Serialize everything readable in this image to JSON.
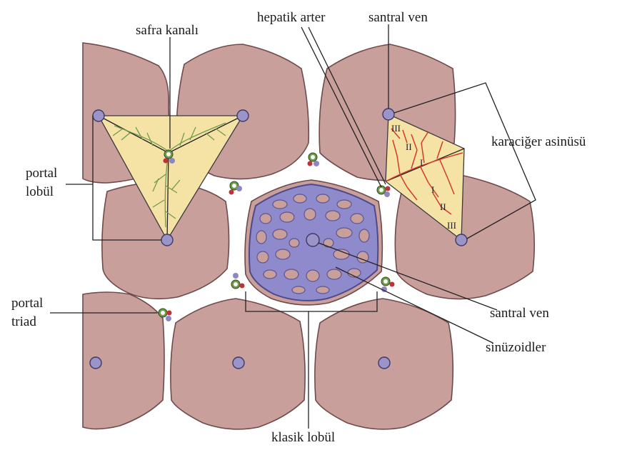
{
  "labels": {
    "safra_kanali": "safra kanalı",
    "hepatik_arter": "hepatik arter",
    "santral_ven_top": "santral ven",
    "karaciger_asinusu": "karaciğer asinüsü",
    "portal_lobul_1": "portal",
    "portal_lobul_2": "lobül",
    "portal_triad_1": "portal",
    "portal_triad_2": "triad",
    "santral_ven_right": "santral ven",
    "sinuzoidler": "sinüzoidler",
    "klasik_lobul": "klasik lobül"
  },
  "zones": [
    "III",
    "II",
    "I",
    "I",
    "II",
    "III"
  ],
  "colors": {
    "hepatocyte_lobule": "#c99f9c",
    "central_vein": "#9a94c9",
    "sinusoids": "#8f8acb",
    "portal_lobule_fill": "#f5e3a6",
    "bile_branches": "#6f9a4a",
    "arterial_branches": "#d23a2e"
  },
  "icons": [
    "portal-triad-icon",
    "central-vein-icon"
  ]
}
